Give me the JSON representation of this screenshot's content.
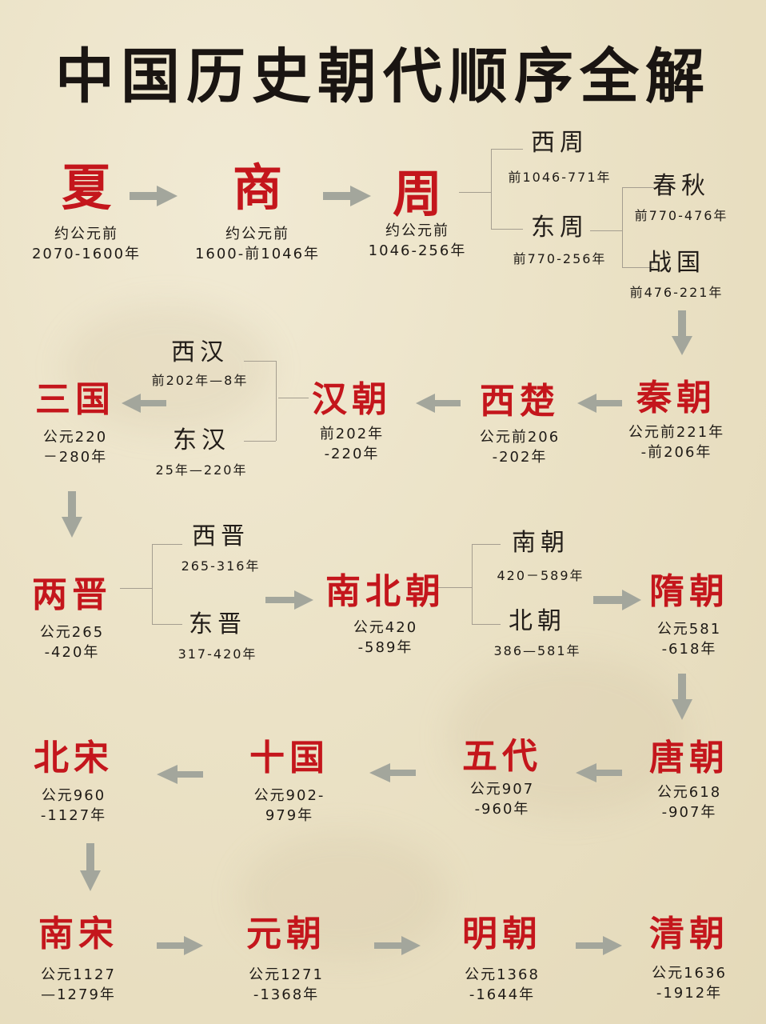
{
  "title": "中国历史朝代顺序全解",
  "colors": {
    "dynasty_red": "#c4161c",
    "text_dark": "#1e1a16",
    "arrow_gray": "#a3a69c",
    "background": "#ebe2c6"
  },
  "dynasties": {
    "xia": {
      "name": "夏",
      "line1": "约公元前",
      "line2": "2070-1600年"
    },
    "shang": {
      "name": "商",
      "line1": "约公元前",
      "line2": "1600-前1046年"
    },
    "zhou": {
      "name": "周",
      "line1": "约公元前",
      "line2": "1046-256年"
    },
    "qin": {
      "name": "秦朝",
      "line1": "公元前221年",
      "line2": "-前206年"
    },
    "xichu": {
      "name": "西楚",
      "line1": "公元前206",
      "line2": "-202年"
    },
    "han": {
      "name": "汉朝",
      "line1": "前202年",
      "line2": "-220年"
    },
    "sanguo": {
      "name": "三国",
      "line1": "公元220",
      "line2": "－280年"
    },
    "liangjin": {
      "name": "两晋",
      "line1": "公元265",
      "line2": "-420年"
    },
    "nanbei": {
      "name": "南北朝",
      "line1": "公元420",
      "line2": "-589年"
    },
    "sui": {
      "name": "隋朝",
      "line1": "公元581",
      "line2": "-618年"
    },
    "tang": {
      "name": "唐朝",
      "line1": "公元618",
      "line2": "-907年"
    },
    "wudai": {
      "name": "五代",
      "line1": "公元907",
      "line2": "-960年"
    },
    "shiguo": {
      "name": "十国",
      "line1": "公元902-",
      "line2": "979年"
    },
    "beisong": {
      "name": "北宋",
      "line1": "公元960",
      "line2": "-1127年"
    },
    "nansong": {
      "name": "南宋",
      "line1": "公元1127",
      "line2": "—1279年"
    },
    "yuan": {
      "name": "元朝",
      "line1": "公元1271",
      "line2": "-1368年"
    },
    "ming": {
      "name": "明朝",
      "line1": "公元1368",
      "line2": "-1644年"
    },
    "qing": {
      "name": "清朝",
      "line1": "公元1636",
      "line2": "-1912年"
    }
  },
  "sub_periods": {
    "xizhou": {
      "name": "西周",
      "dates": "前1046-771年"
    },
    "dongzhou": {
      "name": "东周",
      "dates": "前770-256年"
    },
    "chunqiu": {
      "name": "春秋",
      "dates": "前770-476年"
    },
    "zhanguo": {
      "name": "战国",
      "dates": "前476-221年"
    },
    "xihan": {
      "name": "西汉",
      "dates": "前202年—8年"
    },
    "donghan": {
      "name": "东汉",
      "dates": "25年—220年"
    },
    "xijin": {
      "name": "西晋",
      "dates": "265-316年"
    },
    "dongjin": {
      "name": "东晋",
      "dates": "317-420年"
    },
    "nanchao": {
      "name": "南朝",
      "dates": "420－589年"
    },
    "beichao": {
      "name": "北朝",
      "dates": "386—581年"
    }
  }
}
